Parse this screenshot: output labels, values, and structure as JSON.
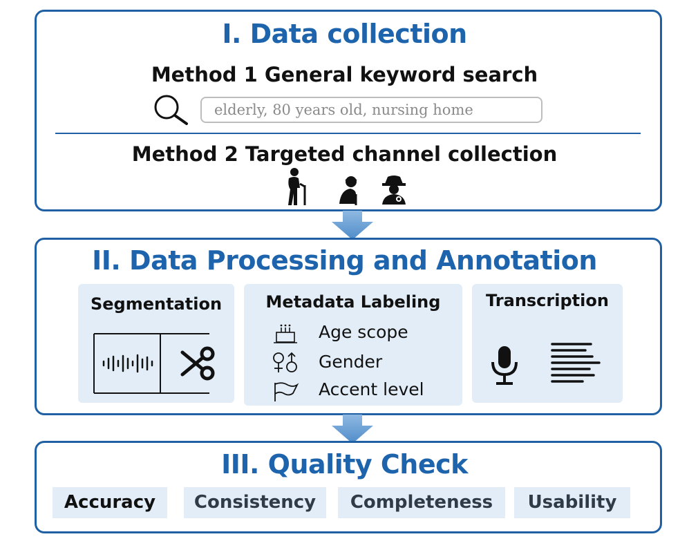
{
  "section1": {
    "title": "I. Data collection",
    "method1": {
      "title": "Method 1  General keyword search",
      "search_text": "elderly, 80 years old, nursing home"
    },
    "method2": {
      "title": "Method 2  Targeted channel collection"
    }
  },
  "section2": {
    "title": "II. Data Processing and Annotation",
    "segmentation": {
      "title": "Segmentation"
    },
    "metadata": {
      "title": "Metadata Labeling",
      "items": [
        "Age scope",
        "Gender",
        "Accent level"
      ]
    },
    "transcription": {
      "title": "Transcription"
    }
  },
  "section3": {
    "title": "III. Quality Check",
    "chips": [
      "Accuracy",
      "Consistency",
      "Completeness",
      "Usability"
    ]
  },
  "colors": {
    "border": "#1f5fa3",
    "title": "#1e64ad",
    "sub_bg": "#e3edf7",
    "arrow": "#5b96cf"
  },
  "icons": [
    "search-icon",
    "elderly-cane-icon",
    "elderly-person-icon",
    "elderly-spy-icon",
    "waveform-icon",
    "scissors-icon",
    "cake-icon",
    "gender-icon",
    "flag-icon",
    "microphone-icon",
    "text-lines-icon",
    "arrow-down-icon"
  ]
}
